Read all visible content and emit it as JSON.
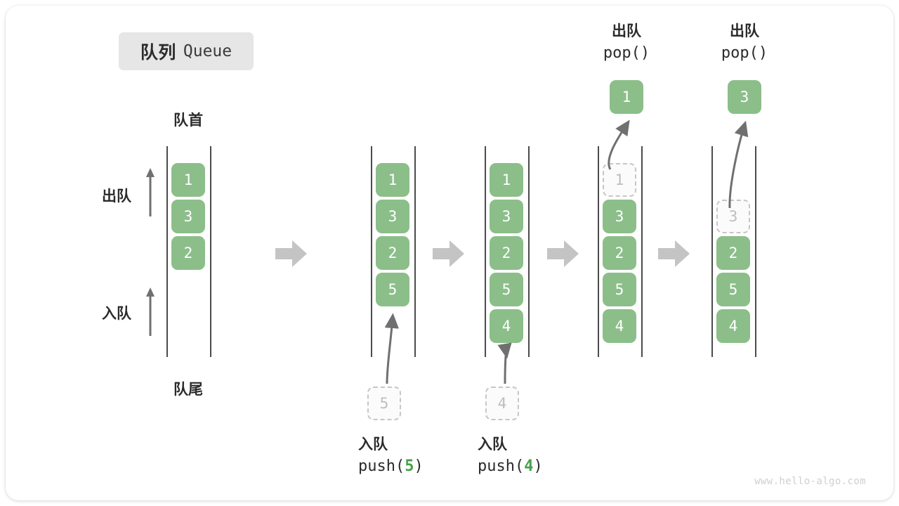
{
  "title": {
    "cn": "队列",
    "en": "Queue"
  },
  "labels": {
    "head": "队首",
    "tail": "队尾",
    "dequeue_side": "出队",
    "enqueue_side": "入队"
  },
  "colors": {
    "element_green": "#8cbe8a",
    "ghost_border": "#c6c6c6",
    "ghost_text": "#bdbdbd",
    "rail": "#4b4b4b",
    "arrow_gray": "#707070",
    "flow_arrow": "#c4c4c4",
    "badge_bg": "#e6e6e6",
    "highlight_green": "#46a04a"
  },
  "columns": [
    {
      "name": "initial-queue",
      "slots": [
        {
          "value": "1",
          "state": "filled"
        },
        {
          "value": "3",
          "state": "filled"
        },
        {
          "value": "2",
          "state": "filled"
        }
      ]
    },
    {
      "name": "after-push-5",
      "slots": [
        {
          "value": "1",
          "state": "filled"
        },
        {
          "value": "3",
          "state": "filled"
        },
        {
          "value": "2",
          "state": "filled"
        },
        {
          "value": "5",
          "state": "filled"
        }
      ]
    },
    {
      "name": "after-push-4",
      "slots": [
        {
          "value": "1",
          "state": "filled"
        },
        {
          "value": "3",
          "state": "filled"
        },
        {
          "value": "2",
          "state": "filled"
        },
        {
          "value": "5",
          "state": "filled"
        },
        {
          "value": "4",
          "state": "filled"
        }
      ]
    },
    {
      "name": "after-pop-1",
      "slots": [
        {
          "value": "1",
          "state": "ghost"
        },
        {
          "value": "3",
          "state": "filled"
        },
        {
          "value": "2",
          "state": "filled"
        },
        {
          "value": "5",
          "state": "filled"
        },
        {
          "value": "4",
          "state": "filled"
        }
      ]
    },
    {
      "name": "after-pop-3",
      "slots": [
        {
          "value": "",
          "state": "empty"
        },
        {
          "value": "3",
          "state": "ghost"
        },
        {
          "value": "2",
          "state": "filled"
        },
        {
          "value": "5",
          "state": "filled"
        },
        {
          "value": "4",
          "state": "filled"
        }
      ]
    }
  ],
  "push_operations": [
    {
      "name": "push-5",
      "ghost_value": "5",
      "cn": "入队",
      "fn": "push(",
      "arg": "5",
      "fn_close": ")"
    },
    {
      "name": "push-4",
      "ghost_value": "4",
      "cn": "入队",
      "fn": "push(",
      "arg": "4",
      "fn_close": ")"
    }
  ],
  "pop_operations": [
    {
      "name": "pop-1",
      "cn": "出队",
      "code": "pop()",
      "value": "1"
    },
    {
      "name": "pop-3",
      "cn": "出队",
      "code": "pop()",
      "value": "3"
    }
  ],
  "watermark": "www.hello-algo.com"
}
